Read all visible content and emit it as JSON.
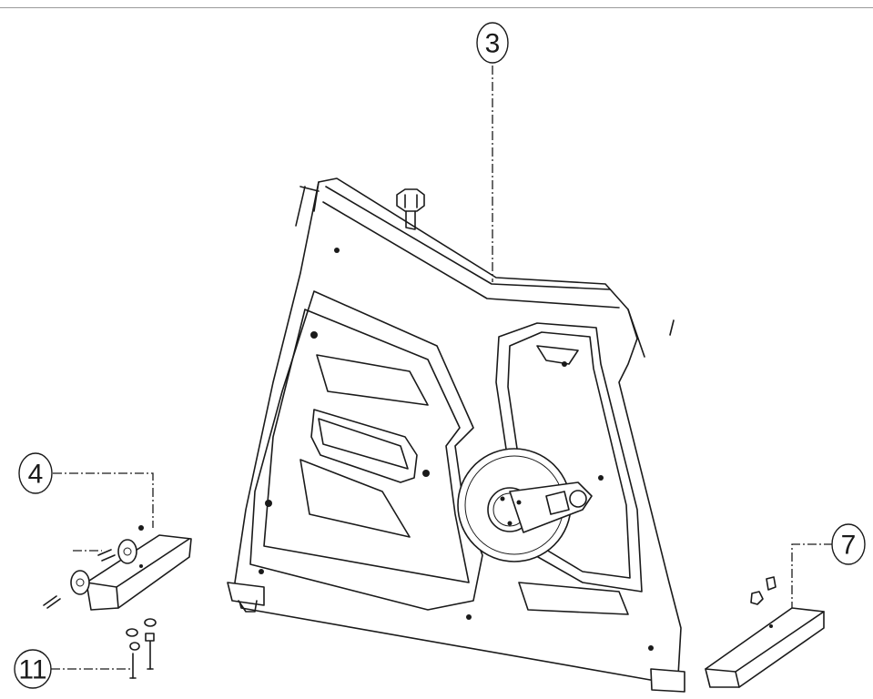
{
  "callouts": [
    {
      "id": "part-3",
      "label": "3"
    },
    {
      "id": "part-4",
      "label": "4"
    },
    {
      "id": "part-7",
      "label": "7"
    },
    {
      "id": "part-11",
      "label": "11"
    }
  ],
  "colors": {
    "line": "#1a1a1a",
    "background": "#ffffff"
  }
}
